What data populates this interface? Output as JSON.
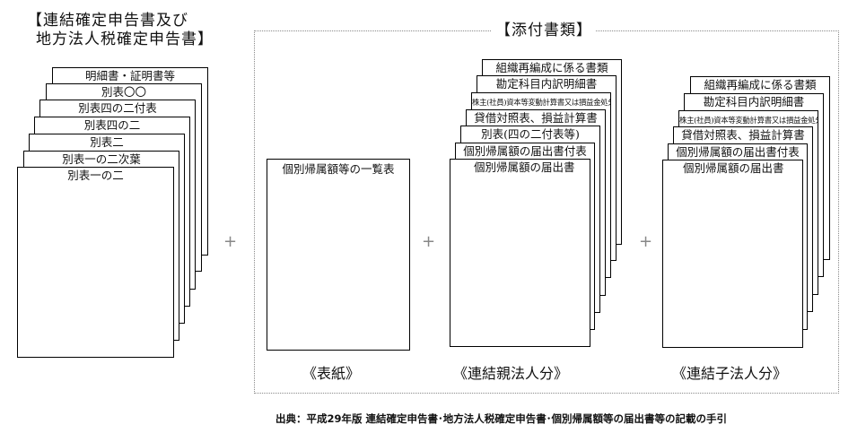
{
  "left_title": [
    "【連結確定申告書及び",
    "地方法人税確定申告書】"
  ],
  "attach_title": "【添付書類】",
  "stack1": [
    "明細書・証明書等",
    "別表〇〇",
    "別表四の二付表",
    "別表四の二",
    "別表二",
    "別表一の二次葉",
    "別表一の二"
  ],
  "cover_sheet": "個別帰属額等の一覧表",
  "stack2": [
    "組織再編成に係る書類",
    "勘定科目内訳明細書",
    "株主(社員)資本等変動計算書又は損益金処分表",
    "貸借対照表、損益計算書",
    "別表(四の二付表等)",
    "個別帰属額の届出書付表",
    "個別帰属額の届出書"
  ],
  "stack3": [
    "組織再編成に係る書類",
    "勘定科目内訳明細書",
    "株主(社員)資本等変動計算書又は損益金処分表",
    "貸借対照表、損益計算書",
    "個別帰属額の届出書付表",
    "個別帰属額の届出書"
  ],
  "captions": [
    "《表紙》",
    "《連結親法人分》",
    "《連結子法人分》"
  ],
  "plus": [
    "+",
    "+",
    "+"
  ],
  "source": "出典：平成29年版 連結確定申告書･地方法人税確定申告書･個別帰属額等の届出書等の記載の手引"
}
